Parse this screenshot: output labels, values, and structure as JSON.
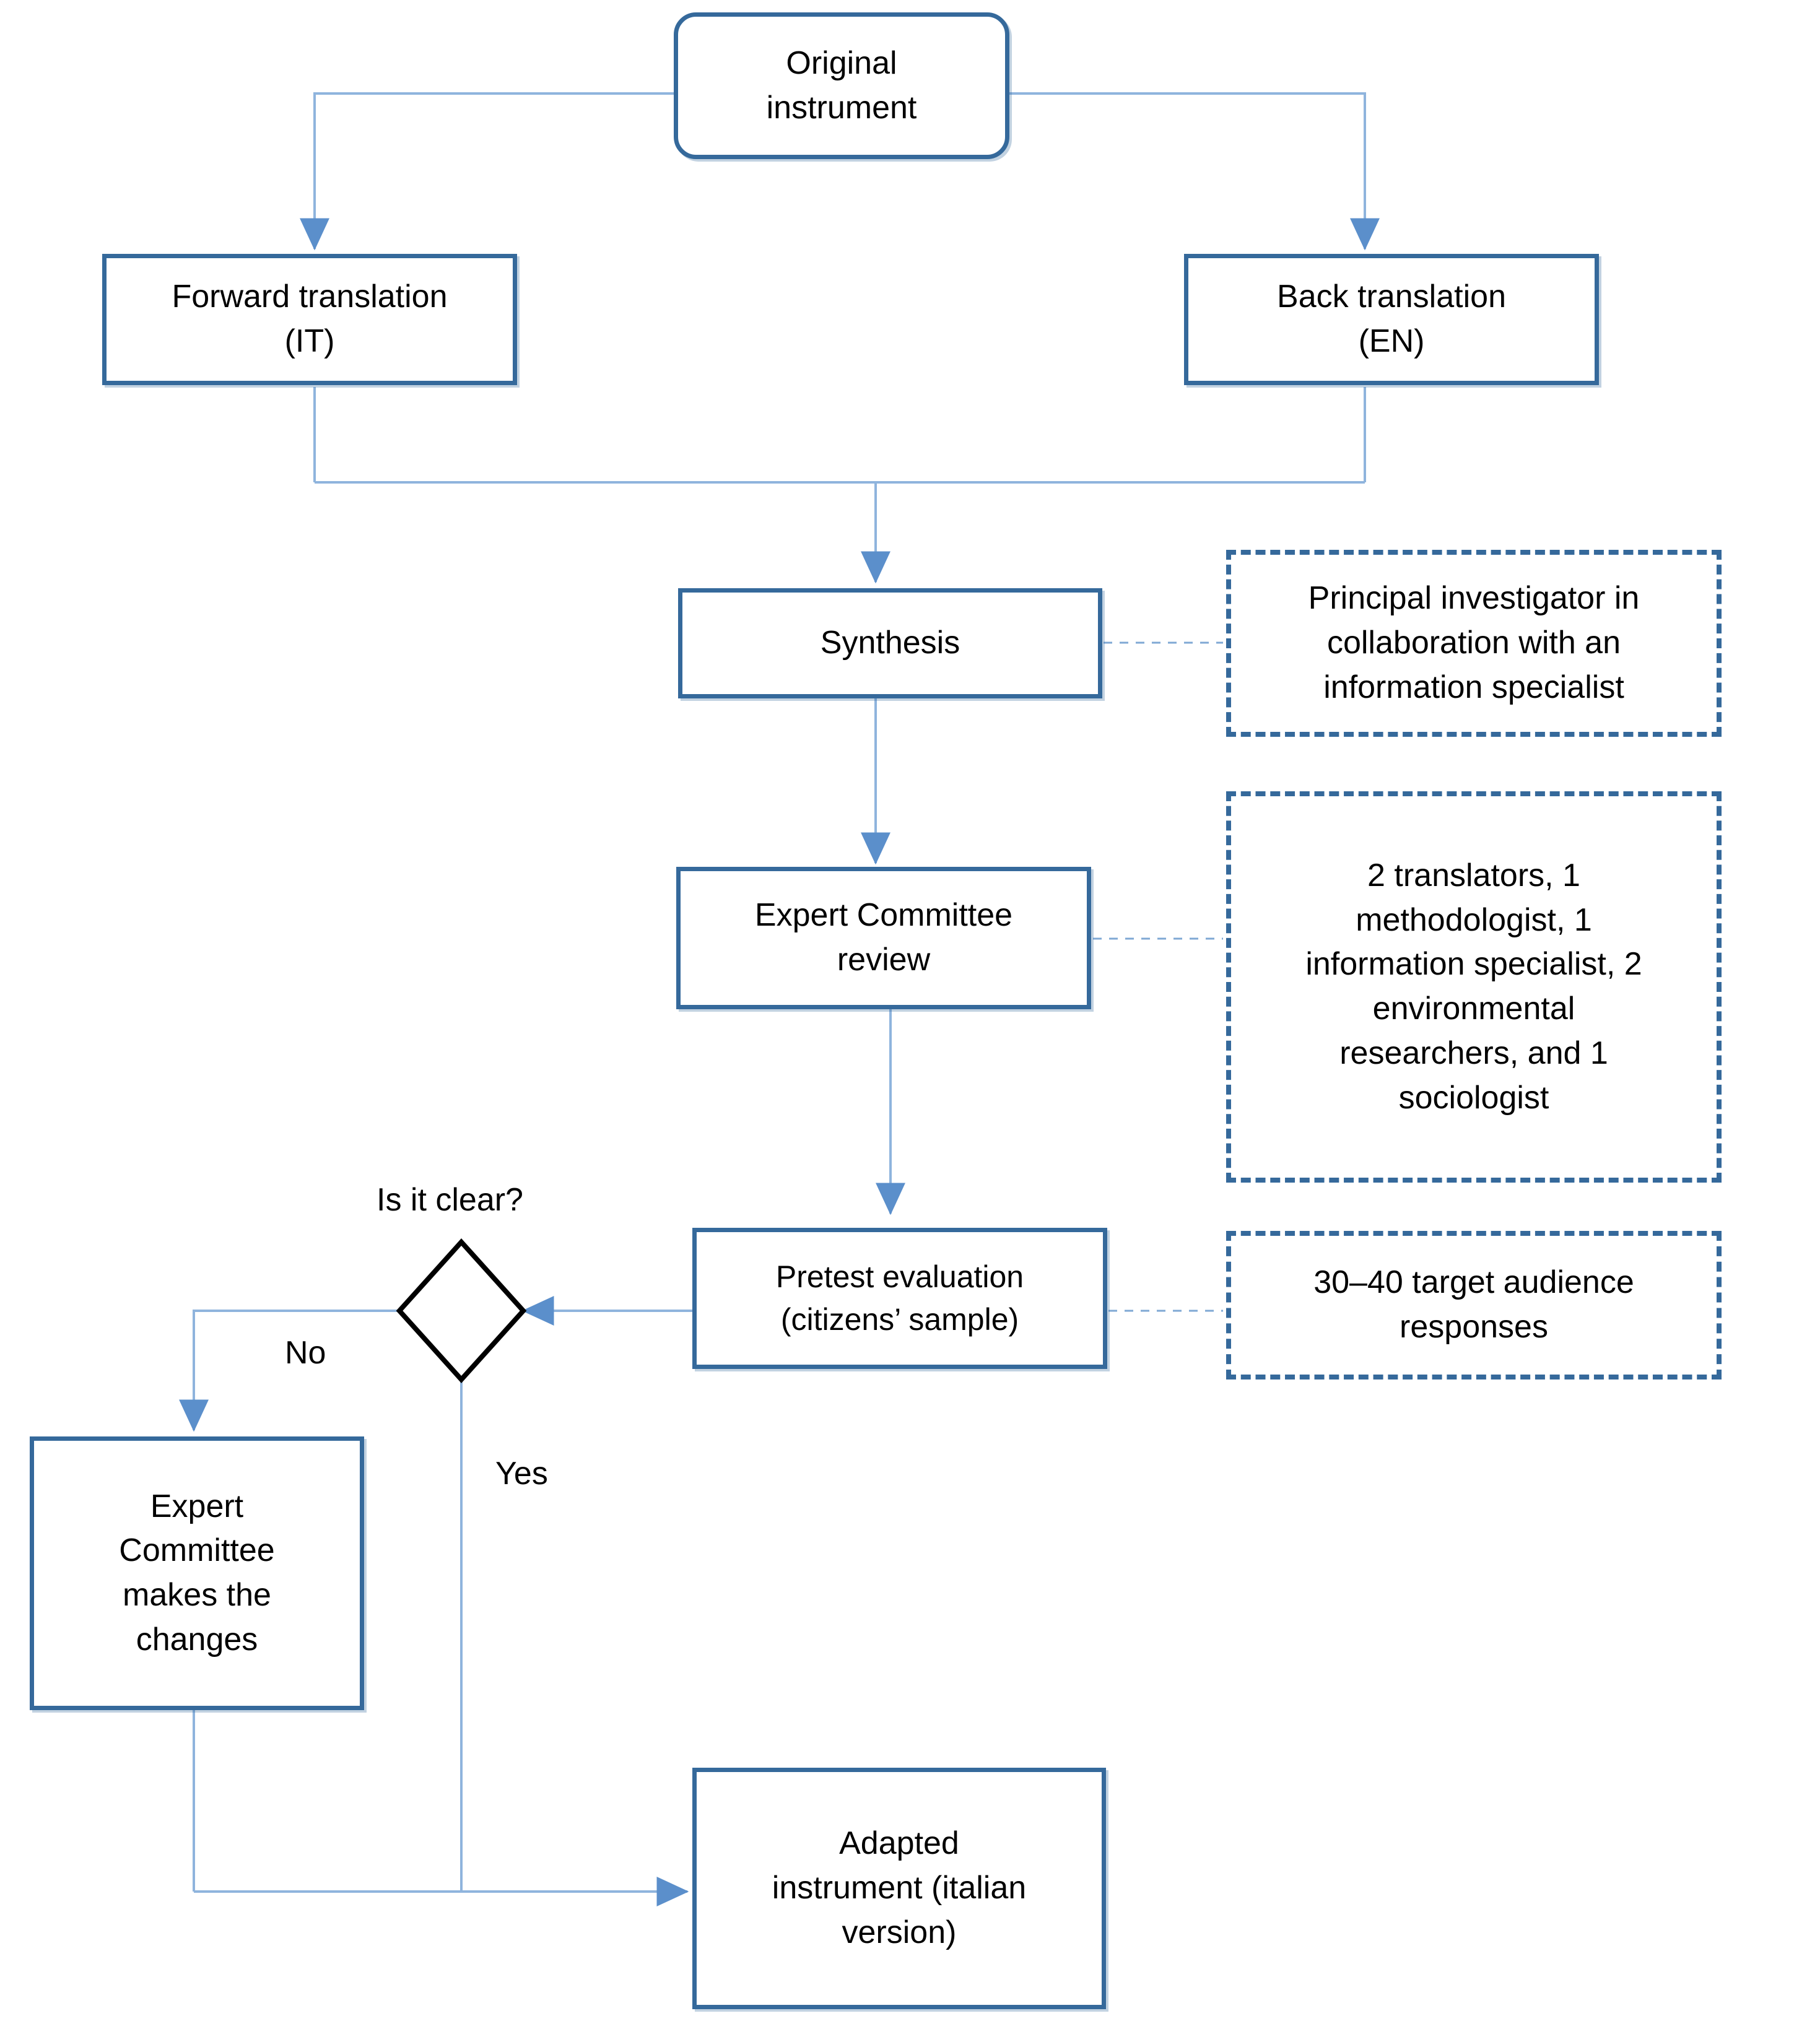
{
  "diagram": {
    "title": "Cross-cultural instrument adaptation flowchart",
    "colors": {
      "node_border": "#35699B",
      "connector": "#6C9BD2",
      "decision_border": "#000000",
      "background": "#FFFFFF",
      "text": "#000000"
    }
  },
  "nodes": {
    "original_instrument": {
      "label": "Original\ninstrument",
      "shape": "rounded-rectangle"
    },
    "forward_translation": {
      "label": "Forward translation\n(IT)",
      "shape": "rectangle"
    },
    "back_translation": {
      "label": "Back translation\n(EN)",
      "shape": "rectangle"
    },
    "synthesis": {
      "label": "Synthesis",
      "shape": "rectangle"
    },
    "expert_committee_review": {
      "label": "Expert Committee\nreview",
      "shape": "rectangle"
    },
    "pretest_evaluation": {
      "label": "Pretest evaluation\n(citizens’ sample)",
      "shape": "rectangle"
    },
    "expert_committee_changes": {
      "label": "Expert\nCommittee\nmakes the\nchanges",
      "shape": "rectangle"
    },
    "adapted_instrument": {
      "label": "Adapted\ninstrument (italian\nversion)",
      "shape": "rectangle"
    },
    "decision": {
      "label": "",
      "shape": "diamond"
    }
  },
  "annotations": {
    "synthesis_note": {
      "label": "Principal investigator in\ncollaboration with an\ninformation specialist",
      "shape": "dashed-rectangle"
    },
    "committee_note": {
      "label": "2 translators, 1\nmethodologist, 1\ninformation specialist, 2\nenvironmental\nresearchers, and 1\nsociologist",
      "shape": "dashed-rectangle"
    },
    "pretest_note": {
      "label": "30–40 target audience\nresponses",
      "shape": "dashed-rectangle"
    }
  },
  "edge_labels": {
    "decision_question": "Is it clear?",
    "branch_no": "No",
    "branch_yes": "Yes"
  }
}
